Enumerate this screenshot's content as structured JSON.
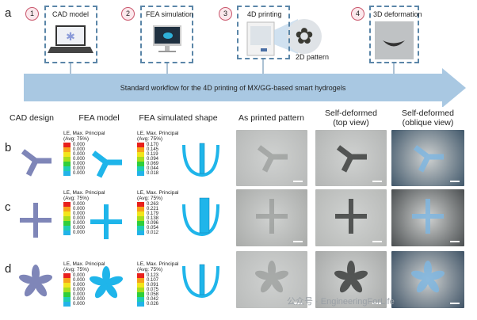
{
  "panel_a": {
    "letter": "a",
    "steps": [
      {
        "num": "1",
        "label": "CAD model"
      },
      {
        "num": "2",
        "label": "FEA simulation"
      },
      {
        "num": "3",
        "label": "4D printing"
      },
      {
        "num": "4",
        "label": "3D deformation"
      }
    ],
    "pattern_label": "2D pattern",
    "workflow_text": "Standard workflow for the 4D printing of MX/GG-based smart hydrogels"
  },
  "column_headers": [
    "CAD design",
    "FEA model",
    "FEA simulated shape",
    "As printed pattern",
    "Self-deformed\n(top view)",
    "Self-deformed\n(oblique view)"
  ],
  "legend_title_line1": "LE, Max. Principal",
  "legend_title_line2": "(Avg: 75%)",
  "legend_colors": [
    "#e8201c",
    "#f7a21b",
    "#f2e51c",
    "#a8dd1e",
    "#2fcf3a",
    "#1fcdb2",
    "#22b3e8"
  ],
  "rows": [
    {
      "letter": "b",
      "shape": "tripod",
      "fea_model_values": [
        "0.000",
        "0.000",
        "0.000",
        "0.000",
        "0.000",
        "0.000",
        "0.000"
      ],
      "fea_sim_values": [
        "0.170",
        "0.145",
        "0.119",
        "0.094",
        "0.069",
        "0.044",
        "0.018"
      ]
    },
    {
      "letter": "c",
      "shape": "cross",
      "fea_model_values": [
        "0.000",
        "0.000",
        "0.000",
        "0.000",
        "0.000",
        "0.000",
        "0.000"
      ],
      "fea_sim_values": [
        "0.263",
        "0.221",
        "0.179",
        "0.138",
        "0.096",
        "0.054",
        "0.012"
      ]
    },
    {
      "letter": "d",
      "shape": "flower",
      "fea_model_values": [
        "0.000",
        "0.000",
        "0.000",
        "0.000",
        "0.000",
        "0.000",
        "0.000"
      ],
      "fea_sim_values": [
        "0.123",
        "0.107",
        "0.091",
        "0.075",
        "0.058",
        "0.042",
        "0.026"
      ]
    }
  ],
  "watermark": "公众号 · EngineeringForLife",
  "colors": {
    "cad": "#7f86b8",
    "fea": "#1fb5ea",
    "arrow": "#a9c8e2",
    "dash": "#5b86a8"
  }
}
